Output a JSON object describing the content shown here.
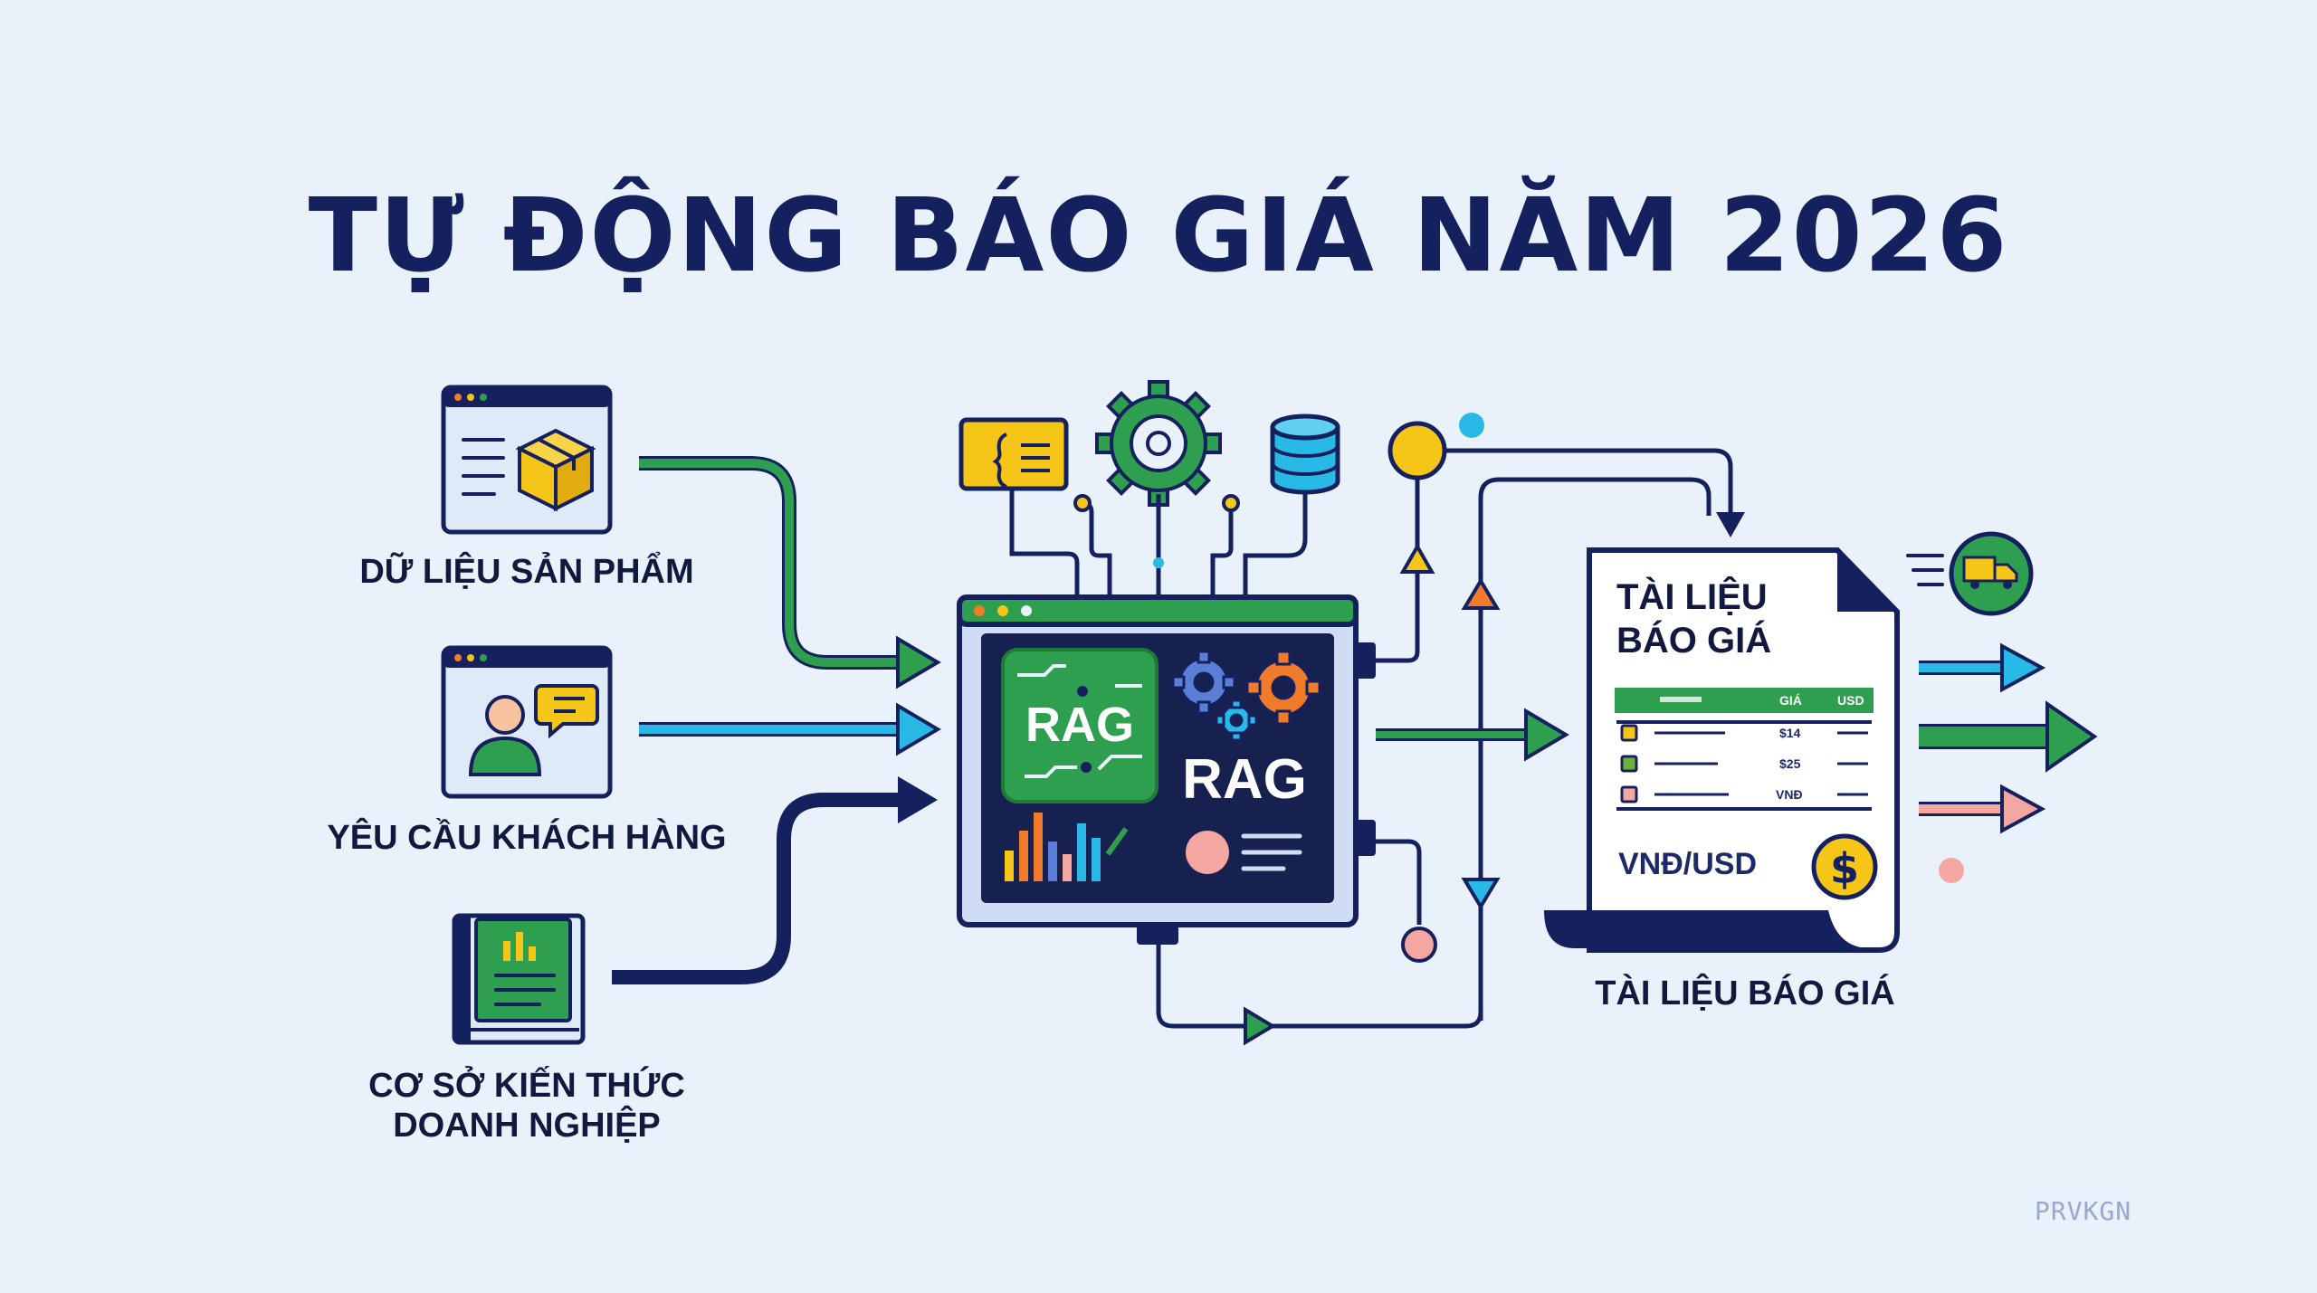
{
  "title": "TỰ ĐỘNG BÁO GIÁ NĂM 2026",
  "inputs": [
    {
      "label": "DỮ LIỆU SẢN PHẨM",
      "icon": "product-box-icon",
      "arrow_color": "#2e9e4f"
    },
    {
      "label": "YÊU CẦU KHÁCH HÀNG",
      "icon": "customer-chat-icon",
      "arrow_color": "#29b9e6"
    },
    {
      "label_line1": "CƠ SỞ KIẾN THỨC",
      "label_line2": "DOANH NGHIỆP",
      "icon": "knowledge-book-icon",
      "arrow_color": "#15215e"
    }
  ],
  "engine": {
    "badge_label": "RAG",
    "main_label": "RAG",
    "top_icons": [
      "document-card-icon",
      "gear-icon",
      "database-icon"
    ]
  },
  "document": {
    "heading_line1": "TÀI LIỆU",
    "heading_line2": "BÁO GIÁ",
    "table_header": [
      "GIÁ",
      "USD"
    ],
    "rows": [
      {
        "color": "#f5c518",
        "value": "$14"
      },
      {
        "color": "#6bb23a",
        "value": "$25"
      },
      {
        "color": "#f4a6a0",
        "value": "VNĐ"
      }
    ],
    "currency_label": "VNĐ/USD",
    "caption": "TÀI LIỆU BÁO GIÁ"
  },
  "outputs": {
    "icon": "delivery-truck-icon",
    "arrow_colors": [
      "#29b9e6",
      "#2e9e4f",
      "#f4a6a0"
    ]
  },
  "watermark": "PRVKGN",
  "colors": {
    "navy": "#15215e",
    "green": "#2e9e4f",
    "cyan": "#29b9e6",
    "yellow": "#f5c518",
    "orange": "#f07b2a",
    "pink": "#f4a6a0",
    "background": "#e9f2fb"
  }
}
